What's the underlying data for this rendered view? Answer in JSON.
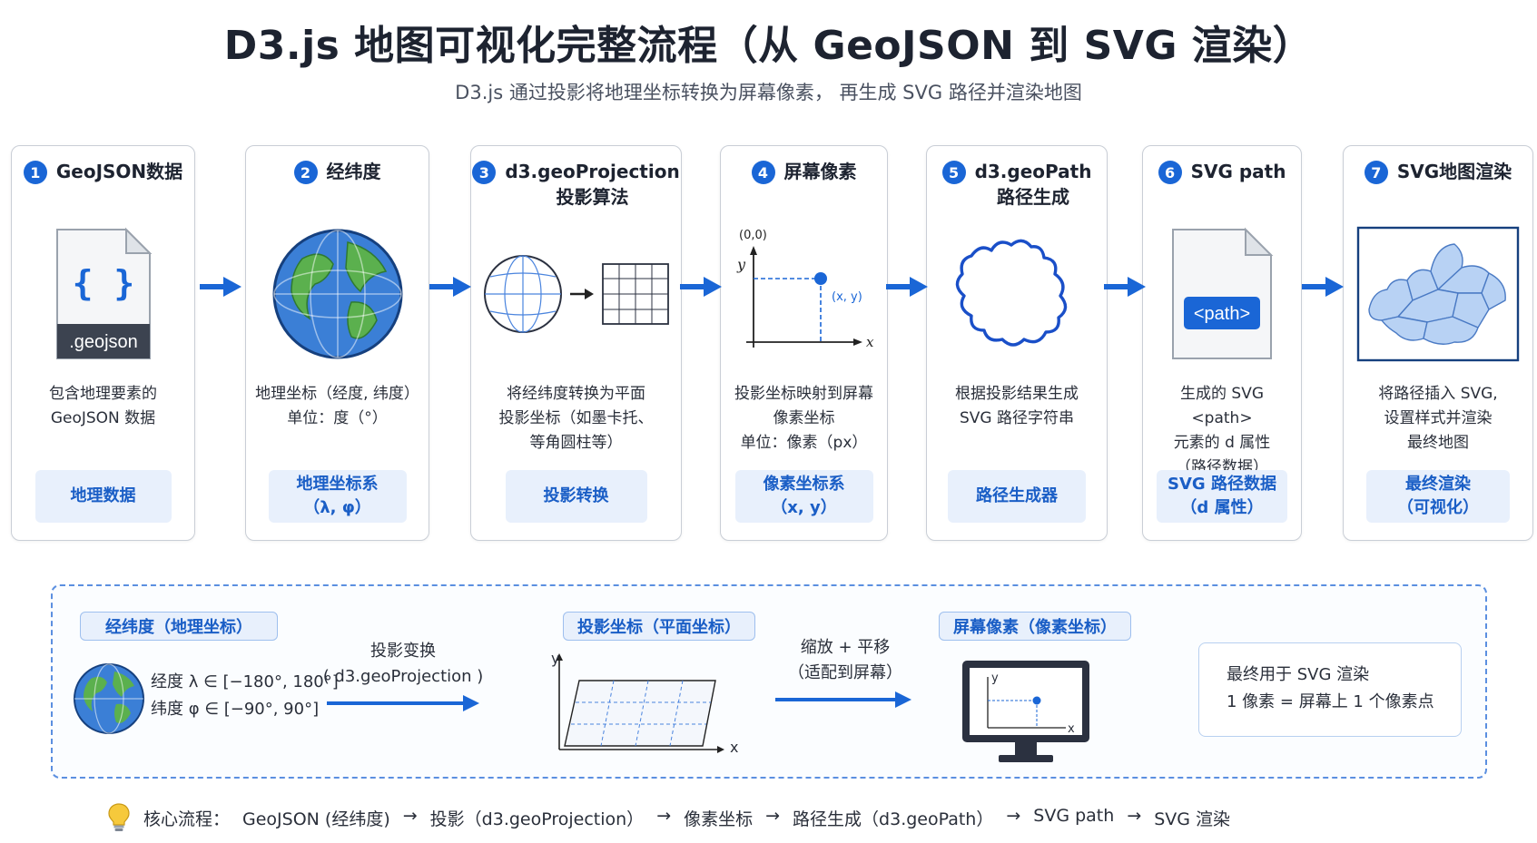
{
  "title": "D3.js 地图可视化完整流程（从 GeoJSON 到 SVG 渲染）",
  "subtitle": "D3.js 通过投影将地理坐标转换为屏幕像素，  再生成 SVG 路径并渲染地图",
  "colors": {
    "accent": "#1a66d6",
    "tag_bg": "#e8f0fc",
    "border": "#c9ced6",
    "globe_ocean": "#3b7fd6",
    "globe_land": "#5bb04e"
  },
  "steps": [
    {
      "num": "1",
      "title": "GeoJSON数据",
      "title2": "",
      "icon": "file-icon",
      "file_label": ".geojson",
      "file_glyph": "{ }",
      "desc": [
        "包含地理要素的",
        "GeoJSON 数据"
      ],
      "tag": [
        "地理数据"
      ]
    },
    {
      "num": "2",
      "title": "经纬度",
      "title2": "",
      "icon": "globe-icon",
      "desc": [
        "地理坐标（经度, 纬度）",
        "单位：度（°）"
      ],
      "tag": [
        "地理坐标系",
        "（λ, φ）"
      ]
    },
    {
      "num": "3",
      "title": "d3.geoProjection",
      "title2": "投影算法",
      "icon": "projection-icon",
      "desc": [
        "将经纬度转换为平面",
        "投影坐标（如墨卡托、",
        "等角圆柱等）"
      ],
      "tag": [
        "投影转换"
      ]
    },
    {
      "num": "4",
      "title": "屏幕像素",
      "title2": "",
      "icon": "pixel-axes-icon",
      "origin": "(0,0)",
      "axis_x": "x",
      "axis_y": "y",
      "point": "(x, y)",
      "desc": [
        "投影坐标映射到屏幕",
        "像素坐标",
        "单位：像素（px）"
      ],
      "tag": [
        "像素坐标系",
        "（x, y）"
      ]
    },
    {
      "num": "5",
      "title": "d3.geoPath",
      "title2": "路径生成",
      "icon": "path-outline-icon",
      "desc": [
        "根据投影结果生成",
        "SVG 路径字符串"
      ],
      "tag": [
        "路径生成器"
      ]
    },
    {
      "num": "6",
      "title": "SVG path",
      "title2": "",
      "icon": "svg-file-icon",
      "file_label": "<path>",
      "desc": [
        "生成的 SVG <path>",
        "元素的 d 属性",
        "（路径数据）"
      ],
      "tag": [
        "SVG 路径数据",
        "（d 属性）"
      ]
    },
    {
      "num": "7",
      "title": "SVG地图渲染",
      "title2": "",
      "icon": "map-icon",
      "desc": [
        "将路径插入 SVG,",
        "设置样式并渲染",
        "最终地图"
      ],
      "tag": [
        "最终渲染",
        "（可视化）"
      ]
    }
  ],
  "bottom": {
    "geo_label": "经纬度（地理坐标）",
    "lambda_text": "经度 λ ∈ [−180°, 180°]",
    "phi_text": "纬度 φ ∈ [−90°, 90°]",
    "proj_arrow_1": "投影变换",
    "proj_arrow_2": "( d3.geoProjection )",
    "plane_label": "投影坐标（平面坐标）",
    "plane_x": "x",
    "plane_y": "y",
    "scale_arrow_1": "缩放 + 平移",
    "scale_arrow_2": "（适配到屏幕）",
    "screen_label": "屏幕像素（像素坐标）",
    "screen_x": "x",
    "screen_y": "y",
    "final_1": "最终用于 SVG 渲染",
    "final_2": "1 像素 = 屏幕上 1 个像素点"
  },
  "footer": {
    "icon": "lightbulb-icon",
    "label": "核心流程：",
    "flow": [
      "GeoJSON (经纬度)",
      "投影（d3.geoProjection）",
      "像素坐标",
      "路径生成（d3.geoPath）",
      "SVG path",
      "SVG 渲染"
    ],
    "sep": "→"
  }
}
